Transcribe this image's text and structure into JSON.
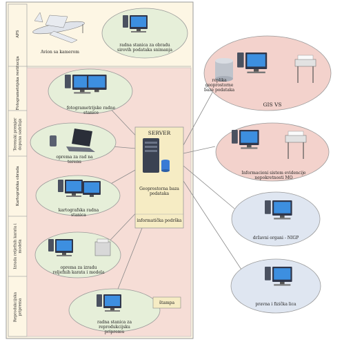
{
  "rows": [
    {
      "id": "aps",
      "label": "APS"
    },
    {
      "id": "foto",
      "label": "Fotogrametrijska restitucija"
    },
    {
      "id": "teren",
      "label": "Terenski premjer dopuna sadržaja"
    },
    {
      "id": "karto",
      "label": "Kartografska obrada"
    },
    {
      "id": "reljef",
      "label": "Izrada reljefnih karata i modela"
    },
    {
      "id": "repro",
      "label": "Reprodukcijska priprema"
    }
  ],
  "nodes": {
    "avion": "Avion sa kamerom",
    "aps_station": "radna stanica za obradu sirovih podataka snimanja",
    "foto_station": "fotogrametrijske radne stanice",
    "teren_oprema": "oprema za rad na terenu",
    "karto_station": "kartografska radna stanica",
    "reljef_oprema": "oprema za izradu reljefnih karata i modela",
    "repro_station": "radna stanica za reprodukcijsku pripremu",
    "stampa": "štampa",
    "server_title": "SERVER",
    "server_db": "Geoprostorna baza podataka",
    "it_support": "informatička podrška",
    "replika": "replika geoprostorne baze podataka",
    "gis_vs": "GIS VS",
    "info_sistem": "Informacioni sistem evidencije nepokretnosti MO",
    "odbrana": "državni organi - NIGP",
    "pravna_lica": "pravna i fizička lica"
  },
  "colors": {
    "outer_bg": "#fdf6e4",
    "pink": "#f3d2cc",
    "green": "#e6efd9",
    "blue": "#dfe6f1",
    "line": "#888888"
  }
}
